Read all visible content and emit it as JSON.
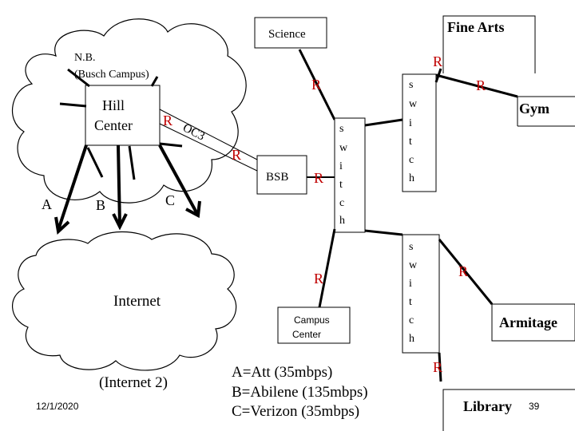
{
  "campus": {
    "label_line1": "N.B.",
    "label_line2": "(Busch Campus)"
  },
  "nodes": {
    "hill_line1": "Hill",
    "hill_line2": "Center",
    "science": "Science",
    "fine_arts": "Fine Arts",
    "gym": "Gym",
    "bsb": "BSB",
    "campus_center_line1": "Campus",
    "campus_center_line2": "Center",
    "armitage": "Armitage",
    "library": "Library"
  },
  "switches": {
    "center": [
      "s",
      "w",
      "i",
      "t",
      "c",
      "h"
    ],
    "upper_right": [
      "s",
      "w",
      "i",
      "t",
      "c",
      "h"
    ],
    "lower_right": [
      "s",
      "w",
      "i",
      "t",
      "c",
      "h"
    ]
  },
  "router_label": "R",
  "link_label": "OC3",
  "isp_links": {
    "a": "A",
    "b": "B",
    "c": "C"
  },
  "internet": {
    "label": "Internet",
    "internet2": "(Internet 2)"
  },
  "legend": {
    "a": "A=Att (35mbps)",
    "b": "B=Abilene (135mbps)",
    "c": "C=Verizon (35mbps)"
  },
  "footer": {
    "date": "12/1/2020",
    "page": "39"
  }
}
